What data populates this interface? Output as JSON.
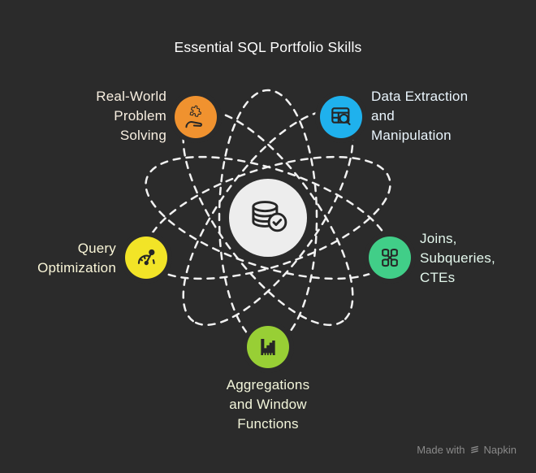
{
  "title": "Essential SQL Portfolio Skills",
  "colors": {
    "background": "#2B2B2B",
    "orbit_stroke": "#F2F2F2",
    "hub_fill": "#EDEDED",
    "icon_dark": "#262626"
  },
  "hub": {
    "icon": "database-check-icon"
  },
  "nodes": {
    "problem_solving": {
      "color": "#F0922F",
      "text_color": "#F8EFE1",
      "icon": "hand-puzzle-icon",
      "label_lines": [
        "Real-World",
        "Problem",
        "Solving"
      ]
    },
    "data_extraction": {
      "color": "#1FB1ED",
      "text_color": "#EAF5FD",
      "icon": "table-search-icon",
      "label_lines": [
        "Data Extraction",
        "and",
        "Manipulation"
      ]
    },
    "query_optimization": {
      "color": "#F2E427",
      "text_color": "#FAF6D8",
      "icon": "gauge-icon",
      "label_lines": [
        "Query",
        "Optimization"
      ]
    },
    "joins": {
      "color": "#41CE88",
      "text_color": "#E4F8ED",
      "icon": "database-join-icon",
      "label_lines": [
        "Joins,",
        "Subqueries,",
        "CTEs"
      ]
    },
    "aggregations": {
      "color": "#98CF35",
      "text_color": "#F3F6DB",
      "icon": "window-chart-icon",
      "label_lines": [
        "Aggregations",
        "and Window",
        "Functions"
      ]
    }
  },
  "watermark": {
    "prefix": "Made with",
    "brand": "Napkin"
  }
}
